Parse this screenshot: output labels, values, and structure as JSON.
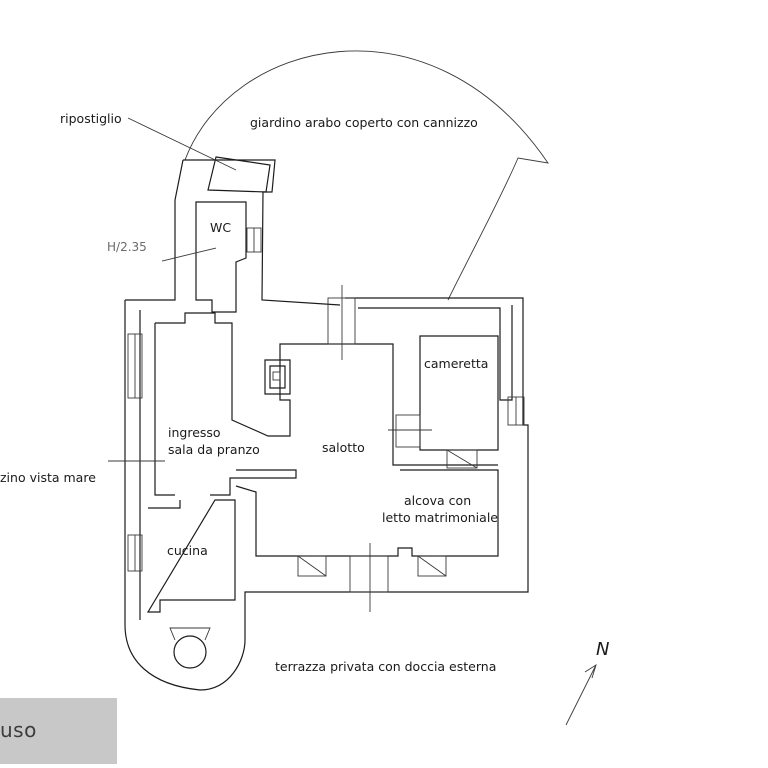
{
  "labels": {
    "ripostiglio": "ripostiglio",
    "giardino": "giardino arabo coperto con cannizzo",
    "wc": "WC",
    "height": "H/2.35",
    "cameretta": "cameretta",
    "ingresso": "ingresso",
    "sala": "sala da pranzo",
    "salotto": "salotto",
    "terrazzino": "zino vista mare",
    "alcova1": "alcova con",
    "alcova2": "letto matrimoniale",
    "cucina": "cucina",
    "terrazza": "terrazza privata con doccia esterna",
    "north": "N"
  },
  "badge": {
    "text": "uso"
  },
  "colors": {
    "walls": "#1c1c1c",
    "badge_bg": "#c8c8c8",
    "badge_text": "#3c3c3c"
  }
}
